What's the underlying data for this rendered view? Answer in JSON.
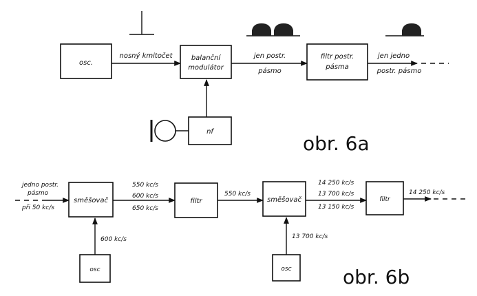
{
  "diagram_a": {
    "title": "obr. 6a",
    "blocks": {
      "osc": "osc.",
      "balanced_modulator": [
        "balanční",
        "modulátor"
      ],
      "sideband_filter": [
        "filtr postr.",
        "pásma"
      ],
      "af": "nf"
    },
    "labels": {
      "carrier": "nosný kmitočet",
      "one_band_before": [
        "jen postr.",
        "pásmo"
      ],
      "one_band_after": [
        "jen jedno",
        "postr. pásmo"
      ]
    }
  },
  "diagram_b": {
    "title": "obr. 6b",
    "blocks": {
      "mixer1": "směšovač",
      "filter1": "filtr",
      "mixer2": "směšovač",
      "filter2": "filtr",
      "osc1": "osc",
      "osc2": "osc"
    },
    "labels": {
      "input": [
        "jedno postr.",
        "pásmo",
        "při 50 kc/s"
      ],
      "mixer1_out": [
        "550 kc/s",
        "600 kc/s",
        "650 kc/s"
      ],
      "osc1_freq": "600 kc/s",
      "filter1_out": "550 kc/s",
      "mixer2_out": [
        "14 250 kc/s",
        "13 700 kc/s",
        "13 150 kc/s"
      ],
      "osc2_freq": "13 700 kc/s",
      "output": "14 250 kc/s"
    }
  }
}
